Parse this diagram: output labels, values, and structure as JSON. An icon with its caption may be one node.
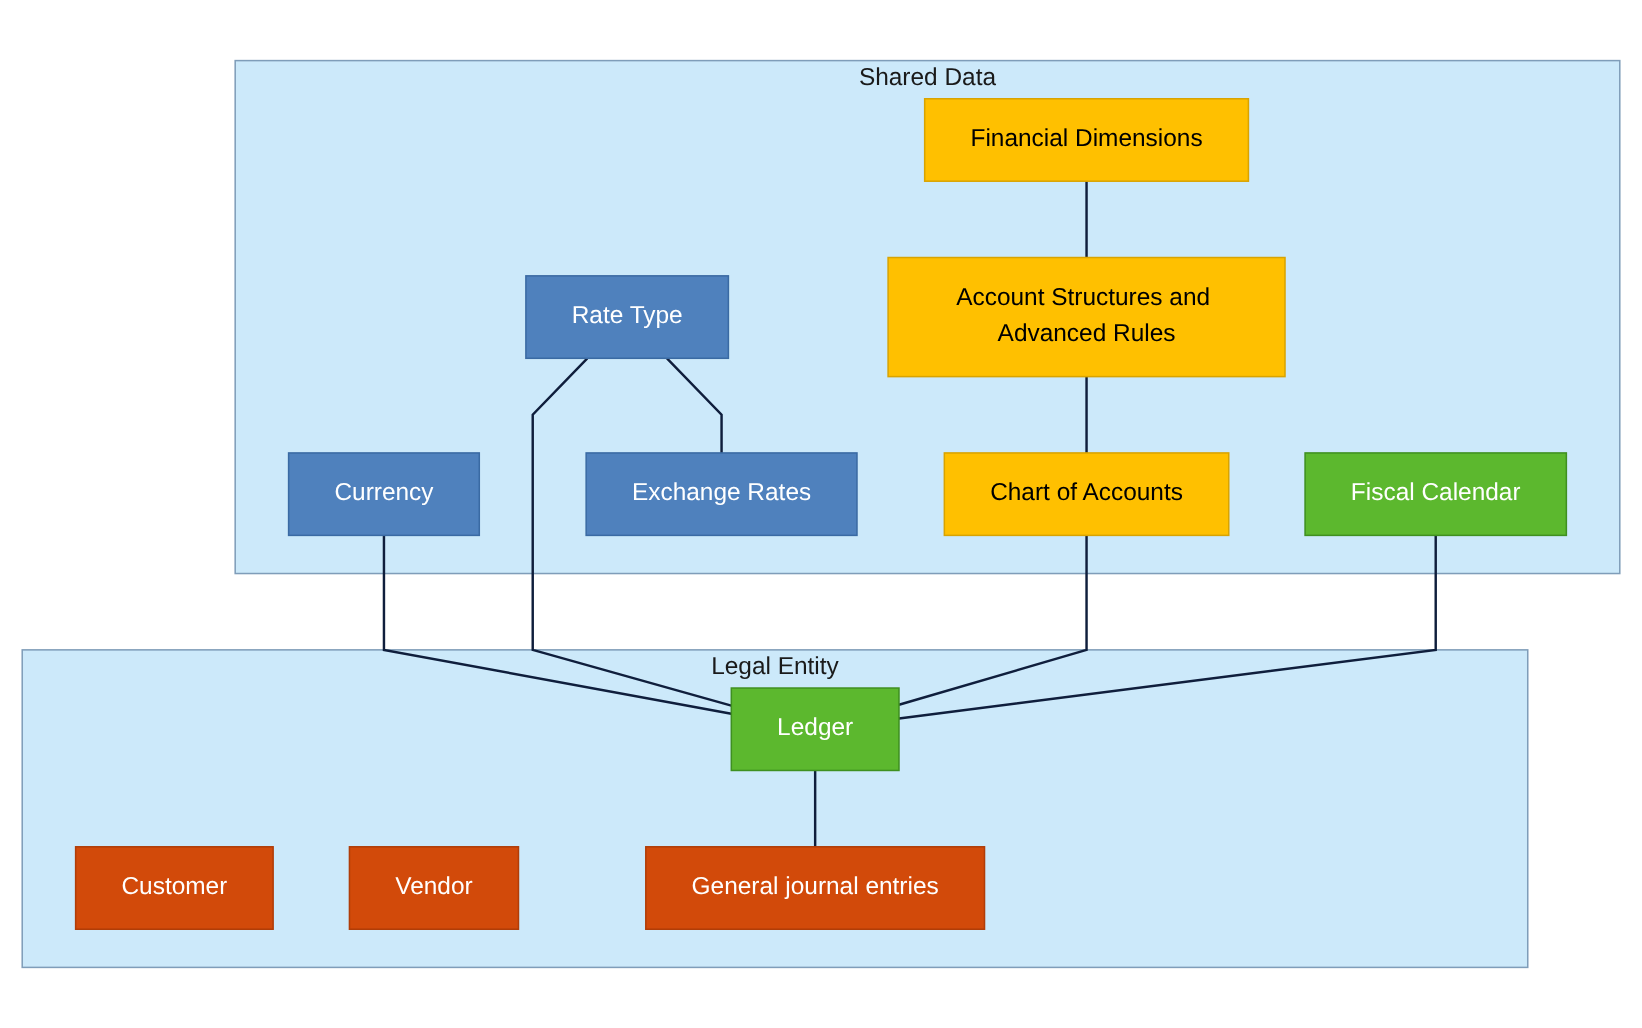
{
  "diagram": {
    "nodes": [
      {
        "text": [
          "Shared Data"
        ]
      },
      {
        "text": [
          "Currency"
        ],
        "in": 0
      },
      {
        "text": [
          "Financial Dimensions"
        ],
        "in": 0
      },
      {
        "text": [
          "Rate Type"
        ],
        "in": 0
      },
      {
        "text": [
          "Account Structures and Advanced Rules"
        ],
        "in": 0
      },
      {
        "text": [
          "Fiscal Calendar"
        ],
        "in": 0
      },
      {
        "text": [
          "Exchange Rates"
        ],
        "in": 0
      },
      {
        "text": [
          "Chart of Accounts"
        ],
        "in": 0
      },
      {
        "text": [
          "Legal Entity"
        ]
      },
      {
        "text": [
          "Customer"
        ],
        "in": 8
      },
      {
        "text": [
          "Vendor"
        ],
        "in": 8
      },
      {
        "text": [
          "Ledger"
        ],
        "in": 8
      },
      {
        "text": [
          "General journal entries"
        ],
        "in": 8
      }
    ],
    "edges": [
      {
        "from": 2,
        "to": 4,
        "arrow": "none"
      },
      {
        "from": 4,
        "to": 7,
        "arrow": "none"
      },
      {
        "from": 3,
        "to": 6,
        "arrow": "none"
      },
      {
        "from": 1,
        "to": 11,
        "arrow": "none"
      },
      {
        "from": 3,
        "to": 11,
        "arrow": "none"
      },
      {
        "from": 7,
        "to": 11,
        "arrow": "none"
      },
      {
        "from": 5,
        "to": 11,
        "arrow": "none"
      },
      {
        "from": 11,
        "to": 12,
        "arrow": "none"
      }
    ]
  }
}
